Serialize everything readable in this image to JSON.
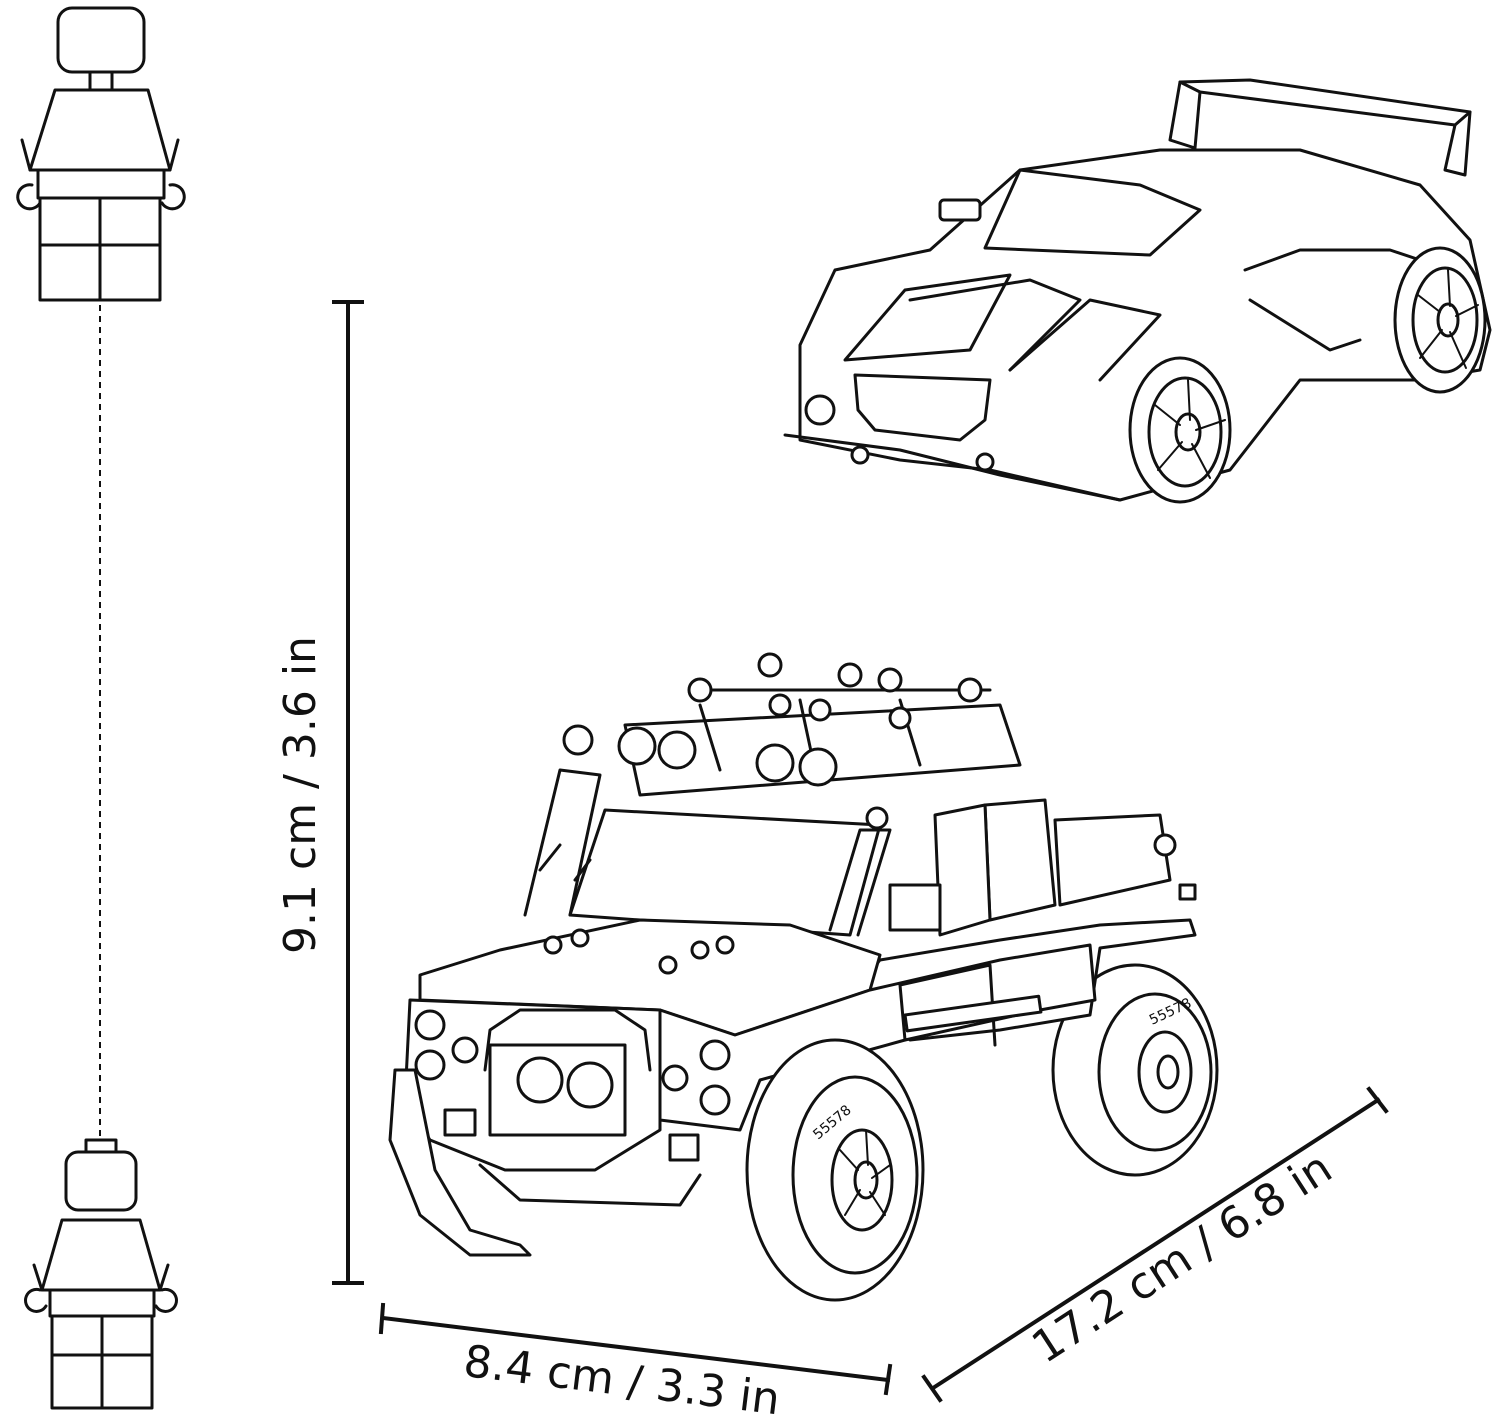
{
  "dimensions": {
    "height_label": "9.1 cm / 3.6 in",
    "width_label": "8.4 cm / 3.3 in",
    "length_label": "17.2 cm / 6.8 in"
  },
  "tire_markings": {
    "front_tire_code": "55578",
    "rear_tire_code": "55578"
  },
  "colors": {
    "line": "#111111",
    "background": "#ffffff"
  },
  "icons": [
    "minifigure-icon",
    "sports-car-illustration",
    "offroad-truck-illustration"
  ]
}
